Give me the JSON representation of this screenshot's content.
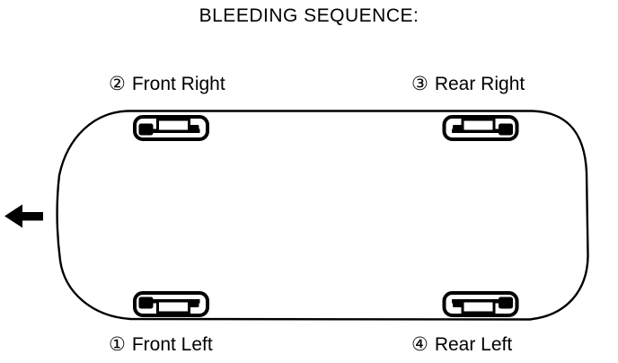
{
  "title": "BLEEDING SEQUENCE:",
  "labels": {
    "front_right": {
      "number": "②",
      "text": "Front Right"
    },
    "rear_right": {
      "number": "③",
      "text": "Rear Right"
    },
    "front_left": {
      "number": "①",
      "text": "Front Left"
    },
    "rear_left": {
      "number": "④",
      "text": "Rear Left"
    }
  },
  "bleeding_order": [
    "Front Left",
    "Front Right",
    "Rear Right",
    "Rear Left"
  ],
  "icons": {
    "front_direction": "left-arrow-icon",
    "wheels": [
      "wheel-front-right-icon",
      "wheel-rear-right-icon",
      "wheel-front-left-icon",
      "wheel-rear-left-icon"
    ]
  },
  "colors": {
    "line": "#000000",
    "background": "#ffffff"
  }
}
